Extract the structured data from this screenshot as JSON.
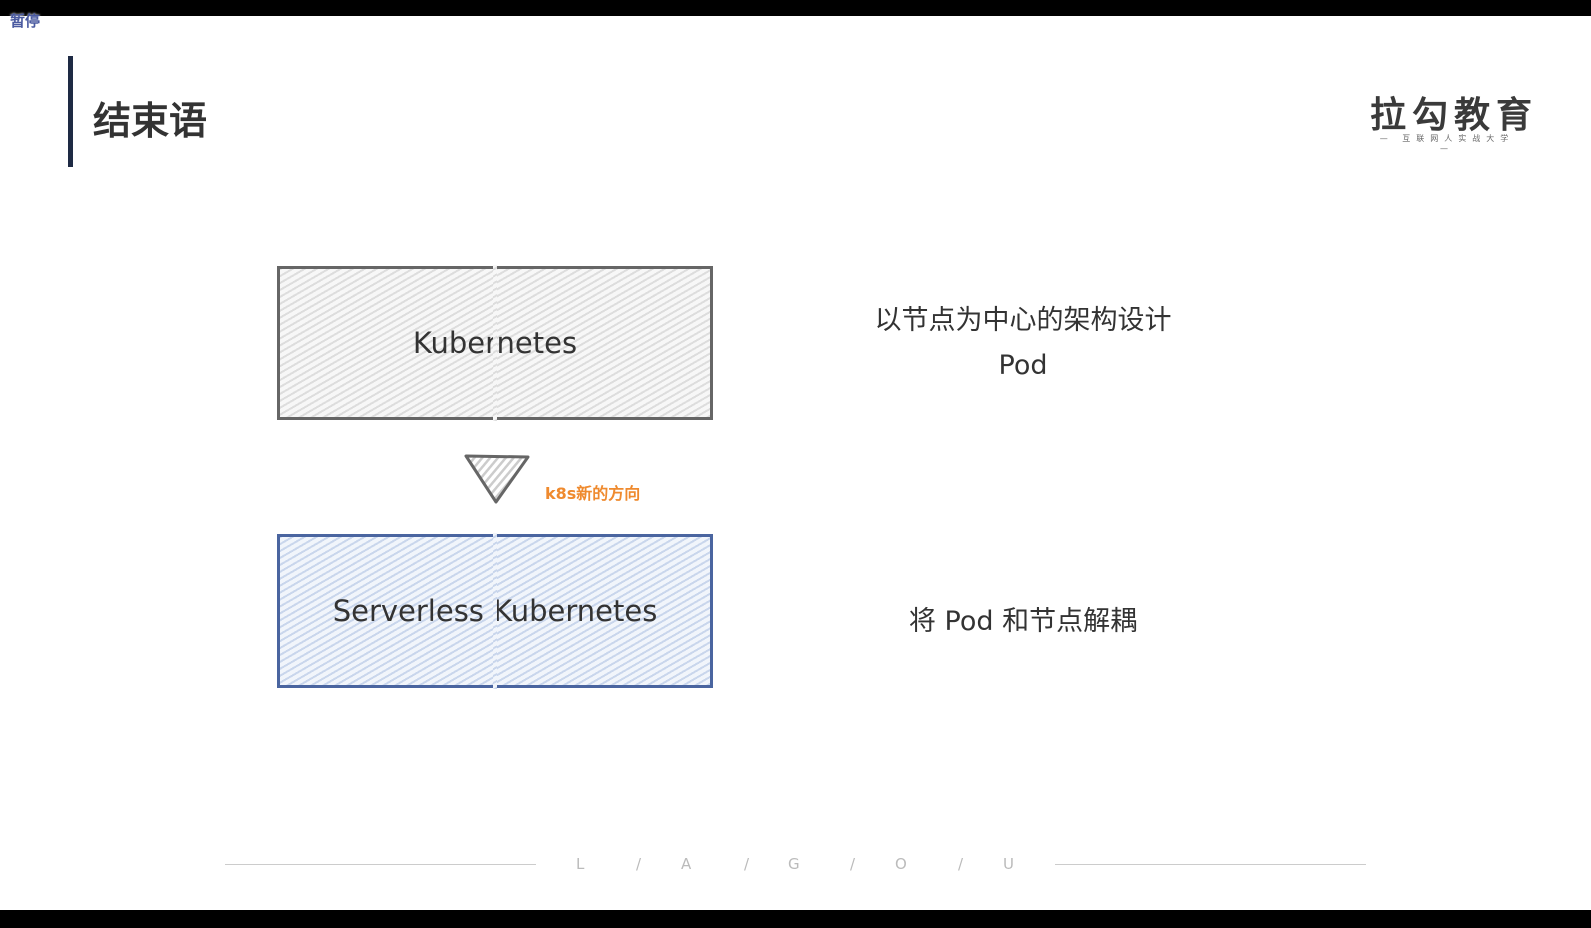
{
  "overlay": {
    "pause_label": "暂停"
  },
  "slide": {
    "title": "结束语",
    "logo": {
      "name": "拉勾教育",
      "tagline": "— 互联网人实战大学 —"
    },
    "boxes": [
      {
        "label": "Kubernetes"
      },
      {
        "label": "Serverless Kubernetes"
      }
    ],
    "arrow_label": "k8s新的方向",
    "right_texts": [
      "以节点为中心的架构设计",
      "Pod",
      "将 Pod 和节点解耦"
    ],
    "footer_letters": [
      "L",
      "/",
      "A",
      "/",
      "G",
      "/",
      "O",
      "/",
      "U"
    ],
    "colors": {
      "accent": "#1e2a44",
      "orange": "#ef8a2e",
      "blue": "#4a65a0"
    }
  }
}
